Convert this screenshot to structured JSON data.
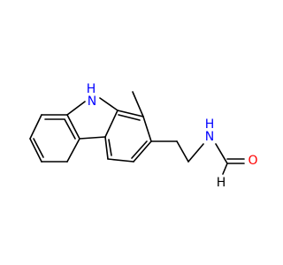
{
  "molecule": {
    "atoms": {
      "nh_n": {
        "label": "N",
        "color": "#0000ff"
      },
      "nh_h": {
        "label": "H",
        "color": "#0000ff"
      },
      "amide_n": {
        "label": "N",
        "color": "#0000ff"
      },
      "amide_h": {
        "label": "H",
        "color": "#0000ff"
      },
      "carbonyl_o": {
        "label": "O",
        "color": "#ff0000"
      },
      "formyl_h": {
        "label": "H",
        "color": "#000000"
      }
    },
    "bond_color": "#000000"
  }
}
